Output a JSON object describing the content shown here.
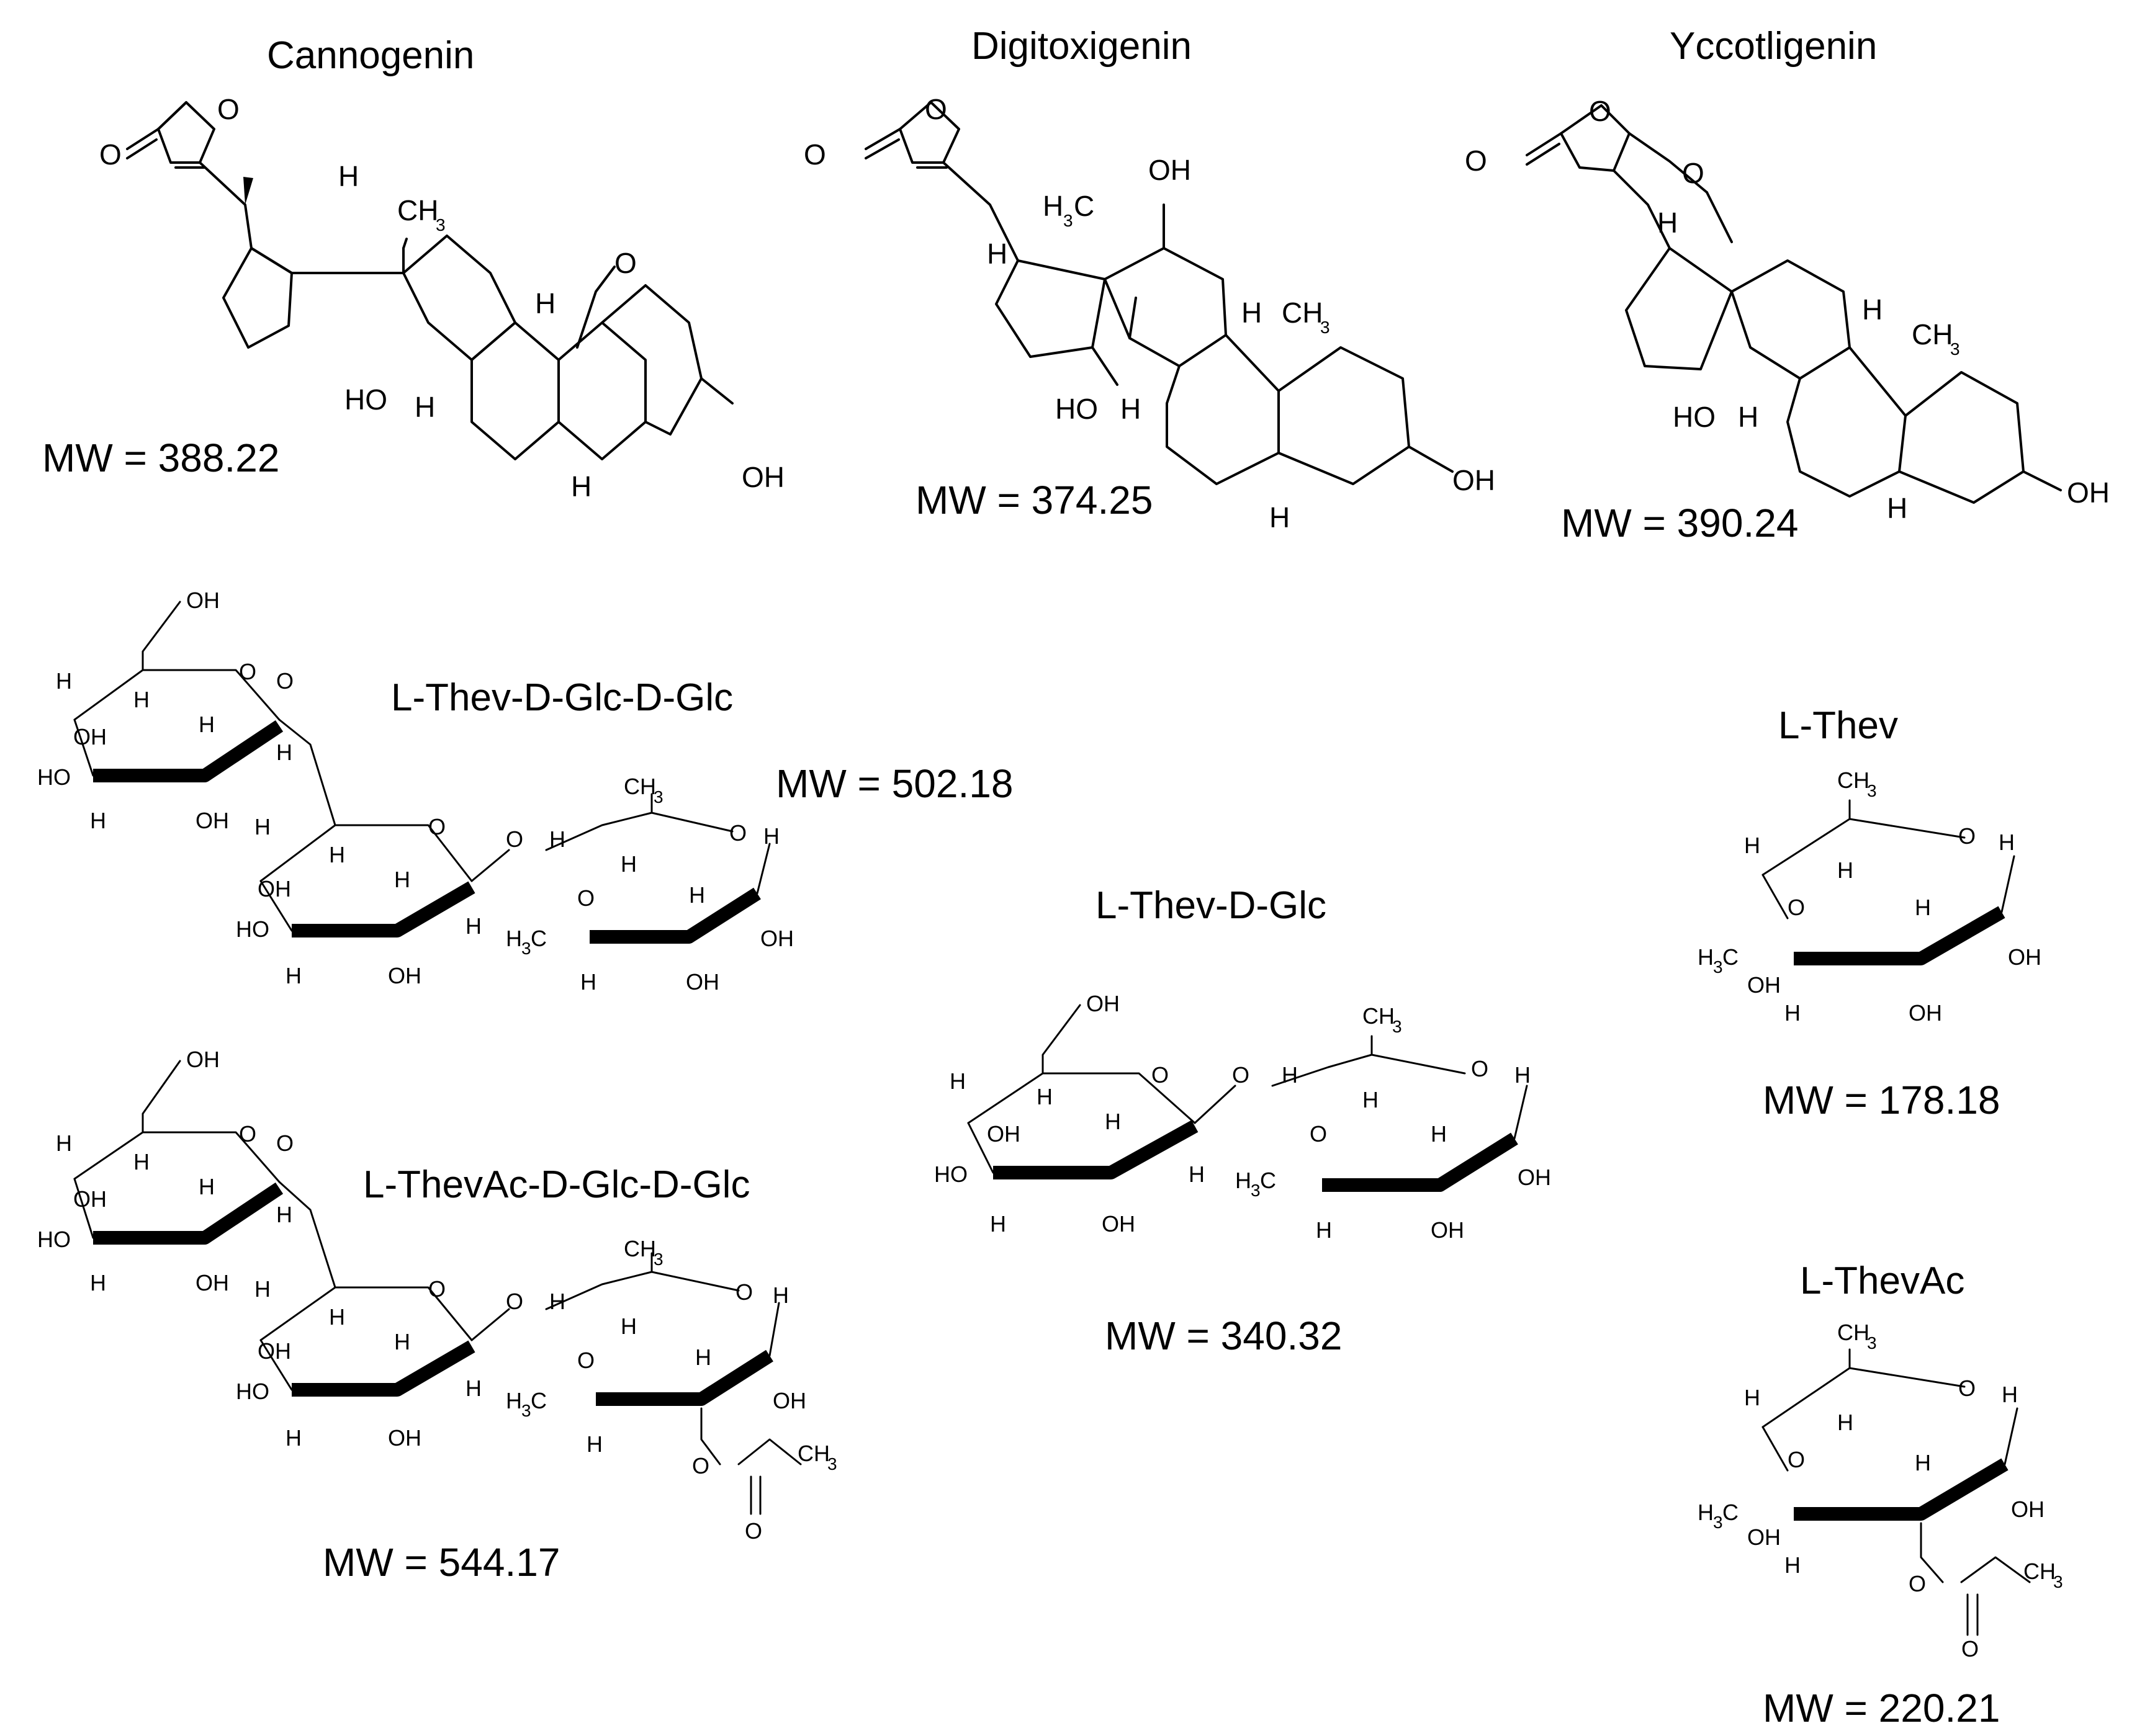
{
  "aglycones": [
    {
      "name": "Cannogenin",
      "mw": "MW = 388.22"
    },
    {
      "name": "Digitoxigenin",
      "mw": "MW = 374.25"
    },
    {
      "name": "Yccotligenin",
      "mw": "MW = 390.24"
    }
  ],
  "sugars": [
    {
      "name": "L-Thev-D-Glc-D-Glc",
      "mw": "MW = 502.18"
    },
    {
      "name": "L-ThevAc-D-Glc-D-Glc",
      "mw": "MW = 544.17"
    },
    {
      "name": "L-Thev-D-Glc",
      "mw": "MW = 340.32"
    },
    {
      "name": "L-Thev",
      "mw": "MW = 178.18"
    },
    {
      "name": "L-ThevAc",
      "mw": "MW = 220.21"
    }
  ],
  "atoms": {
    "O": "O",
    "H": "H",
    "OH": "OH",
    "HO": "HO",
    "CH3": "CH",
    "H3C": "H",
    "sub3": "3"
  }
}
